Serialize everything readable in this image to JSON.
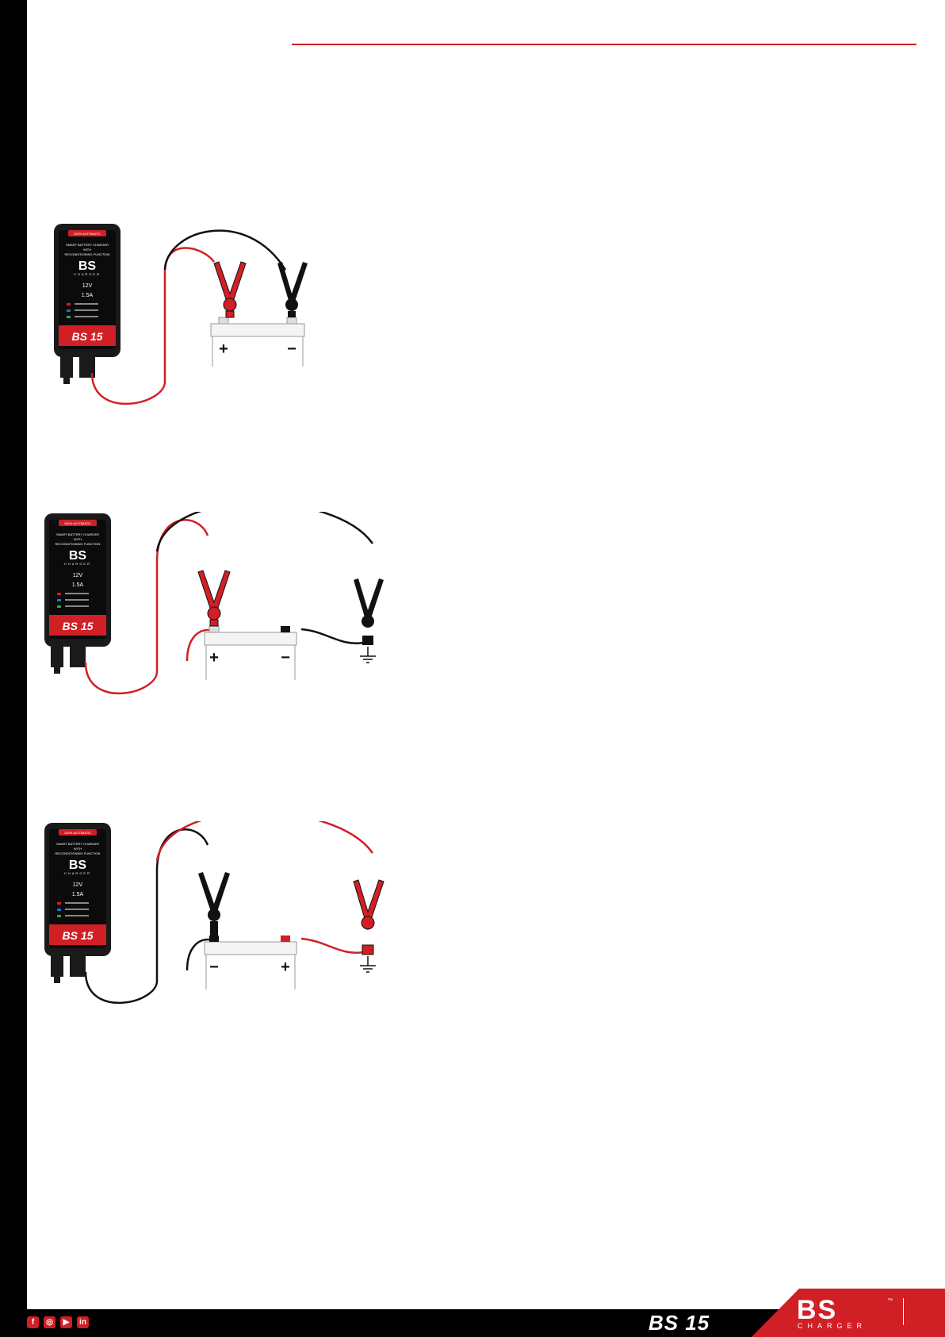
{
  "charger": {
    "badge": "100% AUTOMATIC",
    "title_line1": "SMART BATTERY CHARGER",
    "title_line2": "WITH",
    "title_line3": "RECONDITIONING FUNCTION",
    "brand": "BS",
    "brand_sub": "CHARGER",
    "voltage": "12V",
    "current": "1.5A",
    "model": "BS 15"
  },
  "diagrams": [
    {
      "left_terminal": "+",
      "right_terminal": "−",
      "ground": false
    },
    {
      "left_terminal": "+",
      "right_terminal": "−",
      "ground": true
    },
    {
      "left_terminal": "−",
      "right_terminal": "+",
      "ground": true
    }
  ],
  "footer": {
    "social": [
      {
        "icon": "facebook-icon",
        "glyph": "f"
      },
      {
        "icon": "instagram-icon",
        "glyph": "◎"
      },
      {
        "icon": "youtube-icon",
        "glyph": "▶"
      },
      {
        "icon": "linkedin-icon",
        "glyph": "in"
      }
    ],
    "model": "BS 15",
    "brand": "BS",
    "brand_sub": "CHARGER",
    "tm": "™"
  },
  "colors": {
    "accent": "#d11f26",
    "dark": "#000000"
  }
}
